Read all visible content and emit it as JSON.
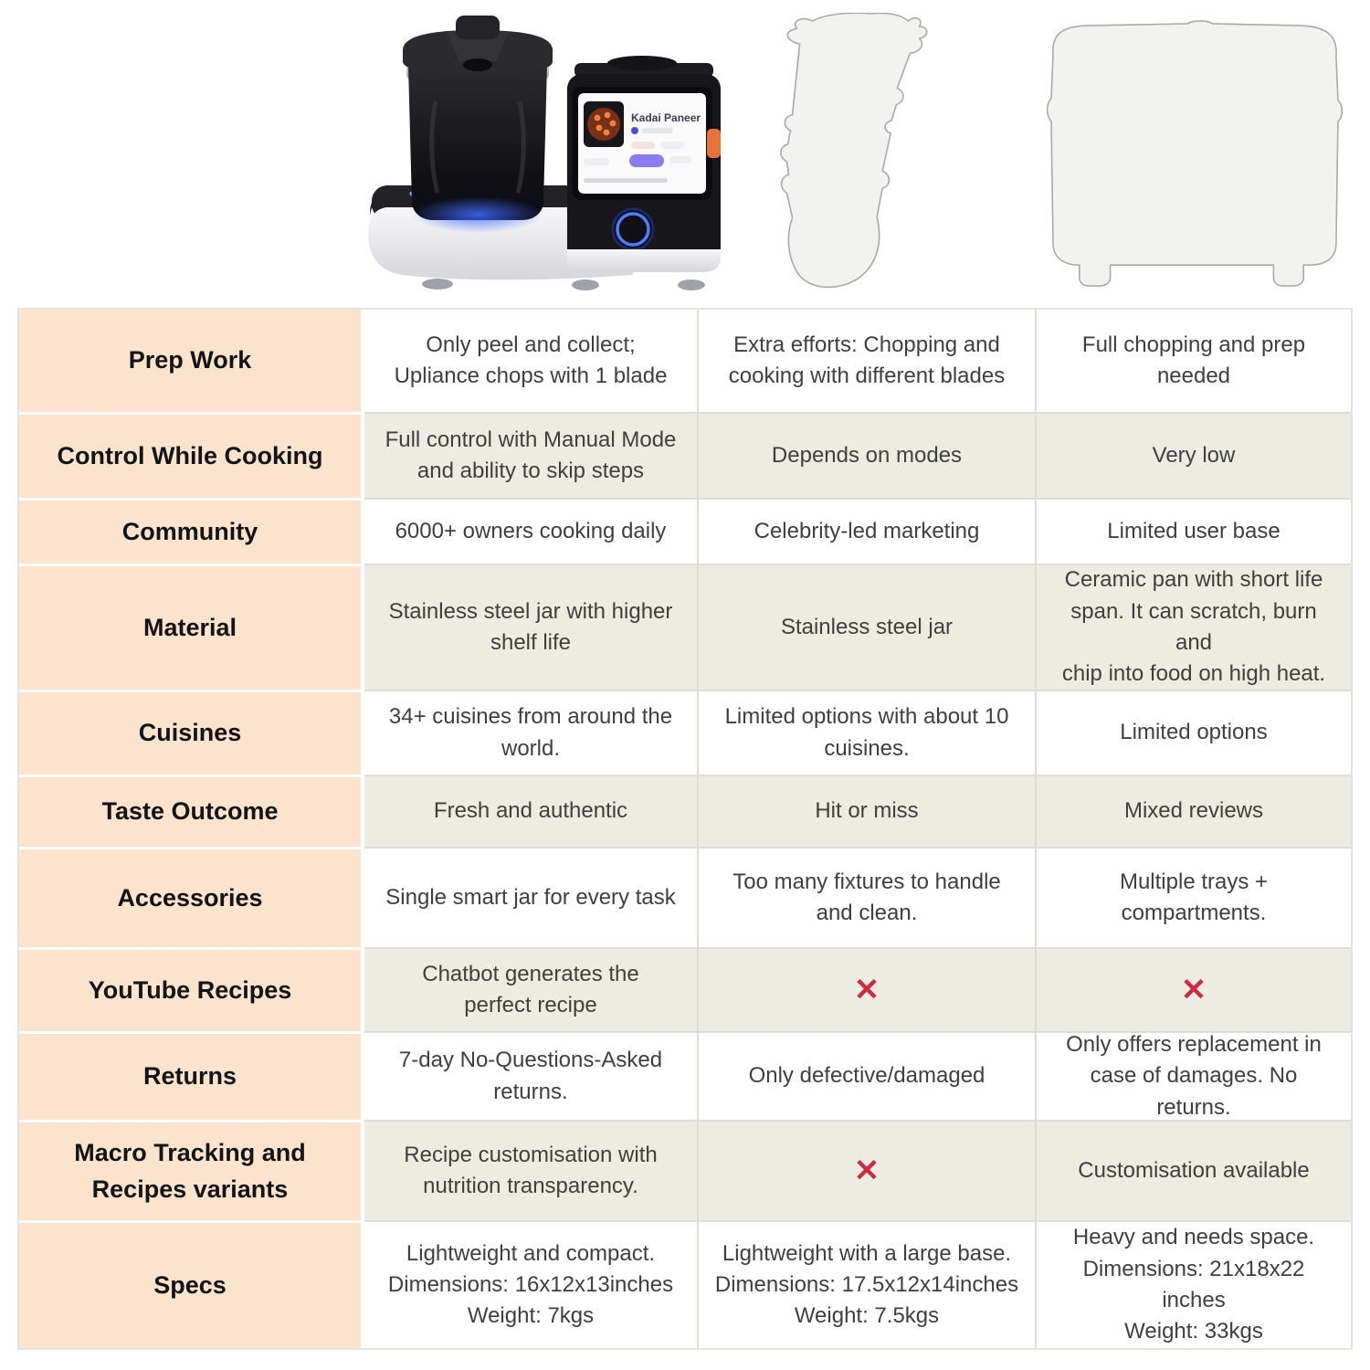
{
  "hero": {
    "upliance": {
      "screen_title": "Kadai Paneer"
    }
  },
  "colors": {
    "label_bg": "#FCE3CE",
    "row_alt_bg": "#ECECE3",
    "row_plain_bg": "#FFFFFF",
    "label_text": "#141414",
    "body_text": "#3F3F3F",
    "grid_line": "#DCDCD8",
    "x_mark_red": "#CE2B41",
    "accent_orange_tab": "#E8723C",
    "accent_purple_pill": "#8B7CF6",
    "led_blue": "#5B8DFF"
  },
  "table": {
    "x_glyph": "✕",
    "rows": [
      {
        "label": "Prep Work",
        "cells": [
          {
            "text": "Only peel and collect;\nUpliance chops with 1 blade"
          },
          {
            "text": "Extra efforts: Chopping and\ncooking with different blades"
          },
          {
            "text": "Full chopping and prep\nneeded"
          }
        ]
      },
      {
        "label": "Control While Cooking",
        "cells": [
          {
            "text": "Full control with Manual Mode\nand ability to skip steps"
          },
          {
            "text": "Depends on modes"
          },
          {
            "text": "Very low"
          }
        ]
      },
      {
        "label": "Community",
        "cells": [
          {
            "text": "6000+ owners cooking daily"
          },
          {
            "text": "Celebrity-led marketing"
          },
          {
            "text": "Limited user base"
          }
        ]
      },
      {
        "label": "Material",
        "cells": [
          {
            "text": "Stainless steel jar with higher\nshelf life"
          },
          {
            "text": "Stainless steel jar"
          },
          {
            "text": "Ceramic pan with short life\nspan. It can scratch, burn and\nchip into food on high heat."
          }
        ]
      },
      {
        "label": "Cuisines",
        "cells": [
          {
            "text": "34+ cuisines from around the\nworld."
          },
          {
            "text": "Limited options with about 10\ncuisines."
          },
          {
            "text": "Limited options"
          }
        ]
      },
      {
        "label": "Taste Outcome",
        "cells": [
          {
            "text": "Fresh and authentic"
          },
          {
            "text": "Hit or miss"
          },
          {
            "text": "Mixed reviews"
          }
        ]
      },
      {
        "label": "Accessories",
        "cells": [
          {
            "text": "Single smart jar for every task"
          },
          {
            "text": "Too many fixtures to handle\nand clean."
          },
          {
            "text": "Multiple trays +\ncompartments."
          }
        ]
      },
      {
        "label": "YouTube Recipes",
        "cells": [
          {
            "text": "Chatbot generates the\nperfect recipe"
          },
          {
            "x": true
          },
          {
            "x": true
          }
        ]
      },
      {
        "label": "Returns",
        "cells": [
          {
            "text": "7-day No-Questions-Asked\nreturns."
          },
          {
            "text": "Only defective/damaged"
          },
          {
            "text": "Only offers replacement in\ncase of damages. No returns."
          }
        ]
      },
      {
        "label": "Macro Tracking and\nRecipes variants",
        "cells": [
          {
            "text": "Recipe customisation with\nnutrition transparency."
          },
          {
            "x": true
          },
          {
            "text": "Customisation available"
          }
        ]
      },
      {
        "label": "Specs",
        "cells": [
          {
            "text": "Lightweight and compact.\nDimensions: 16x12x13inches\nWeight: 7kgs"
          },
          {
            "text": "Lightweight with a large base.\nDimensions: 17.5x12x14inches\nWeight: 7.5kgs"
          },
          {
            "text": "Heavy and needs space.\nDimensions: 21x18x22 inches\nWeight: 33kgs"
          }
        ]
      }
    ]
  }
}
